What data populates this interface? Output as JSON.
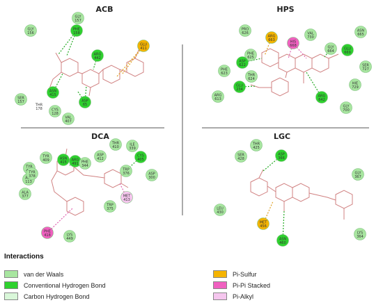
{
  "panels": {
    "acb": {
      "title": "ACB"
    },
    "hps": {
      "title": "HPS"
    },
    "dca": {
      "title": "DCA"
    },
    "lgc": {
      "title": "LGC"
    }
  },
  "legend": {
    "title": "Interactions",
    "items": [
      {
        "label": "van der Waals",
        "color": "#a8e6a0"
      },
      {
        "label": "Conventional Hydrogen Bond",
        "color": "#2ed12e"
      },
      {
        "label": "Carbon Hydrogen Bond",
        "color": "#d9f7d9"
      },
      {
        "label": "Pi-Sulfur",
        "color": "#f5b400"
      },
      {
        "label": "Pi-Pi Stacked",
        "color": "#f060c0"
      },
      {
        "label": "Pi-Alkyl",
        "color": "#f5c6ee"
      }
    ]
  },
  "residues": {
    "acb": [
      {
        "name": "GLY",
        "num": "157",
        "type": "vdw"
      },
      {
        "name": "PHE",
        "num": "158",
        "type": "hbond"
      },
      {
        "name": "GLY",
        "num": "156",
        "type": "vdw"
      },
      {
        "name": "ARG",
        "num": "442",
        "type": "hbond"
      },
      {
        "name": "GLU",
        "num": "411",
        "type": "pisulfur"
      },
      {
        "name": "ASN",
        "num": "415",
        "type": "hbond"
      },
      {
        "name": "SER",
        "num": "157",
        "type": "vdw"
      },
      {
        "name": "THR",
        "num": "178",
        "type": "plain"
      },
      {
        "name": "CYS",
        "num": "128",
        "type": "vdw"
      },
      {
        "name": "VAL",
        "num": "407",
        "type": "vdw"
      },
      {
        "name": "ASP",
        "num": "65",
        "type": "hbond"
      }
    ],
    "hps": [
      {
        "name": "PRO",
        "num": "626",
        "type": "vdw"
      },
      {
        "name": "ARG",
        "num": "663",
        "type": "pisulfur"
      },
      {
        "name": "HIS",
        "num": "668",
        "type": "pipi"
      },
      {
        "name": "VAL",
        "num": "730",
        "type": "vdw"
      },
      {
        "name": "ASN",
        "num": "665",
        "type": "vdw"
      },
      {
        "name": "GLY",
        "num": "664",
        "type": "vdw"
      },
      {
        "name": "GLU",
        "num": "669",
        "type": "hbond"
      },
      {
        "name": "PHE",
        "num": "625",
        "type": "vdw"
      },
      {
        "name": "ASP",
        "num": "622",
        "type": "hbond"
      },
      {
        "name": "PHE",
        "num": "623",
        "type": "vdw"
      },
      {
        "name": "THR",
        "num": "624",
        "type": "vdw"
      },
      {
        "name": "SER",
        "num": "727",
        "type": "vdw"
      },
      {
        "name": "GLU",
        "num": "234",
        "type": "hbond"
      },
      {
        "name": "HIE",
        "num": "729",
        "type": "vdw"
      },
      {
        "name": "ARG",
        "num": "613",
        "type": "vdw"
      },
      {
        "name": "ARG",
        "num": "642",
        "type": "hbond"
      },
      {
        "name": "GLY",
        "num": "700",
        "type": "vdw"
      }
    ],
    "dca": [
      {
        "name": "TYR",
        "num": "409",
        "type": "vdw"
      },
      {
        "name": "ASN",
        "num": "415",
        "type": "hbond"
      },
      {
        "name": "ARG",
        "num": "491",
        "type": "hbond"
      },
      {
        "name": "PHE",
        "num": "344",
        "type": "vdw"
      },
      {
        "name": "ASP",
        "num": "412",
        "type": "vdw"
      },
      {
        "name": "THR",
        "num": "410",
        "type": "vdw"
      },
      {
        "name": "ILE",
        "num": "339",
        "type": "vdw"
      },
      {
        "name": "CYS",
        "num": "405",
        "type": "hbond"
      },
      {
        "name": "TYR",
        "num": "416",
        "type": "vdw"
      },
      {
        "name": "ASP",
        "num": "113",
        "type": "vdw"
      },
      {
        "name": "ASP",
        "num": "300",
        "type": "vdw"
      },
      {
        "name": "ALA",
        "num": "377",
        "type": "vdw"
      },
      {
        "name": "TRP",
        "num": "376",
        "type": "vdw"
      },
      {
        "name": "MET",
        "num": "413",
        "type": "pialkyl"
      },
      {
        "name": "TRP",
        "num": "375",
        "type": "vdw"
      },
      {
        "name": "PHE",
        "num": "418",
        "type": "pipi"
      },
      {
        "name": "LYS",
        "num": "449",
        "type": "vdw"
      },
      {
        "name": "TYR",
        "num": "378",
        "type": "vdw"
      }
    ],
    "lgc": [
      {
        "name": "THR",
        "num": "425",
        "type": "vdw"
      },
      {
        "name": "SER",
        "num": "428",
        "type": "vdw"
      },
      {
        "name": "ASP",
        "num": "366",
        "type": "hbond"
      },
      {
        "name": "GLY",
        "num": "367",
        "type": "vdw"
      },
      {
        "name": "LEU",
        "num": "430",
        "type": "vdw"
      },
      {
        "name": "MET",
        "num": "456",
        "type": "pisulfur"
      },
      {
        "name": "ASN",
        "num": "460",
        "type": "hbond"
      },
      {
        "name": "LYS",
        "num": "364",
        "type": "vdw"
      }
    ]
  }
}
